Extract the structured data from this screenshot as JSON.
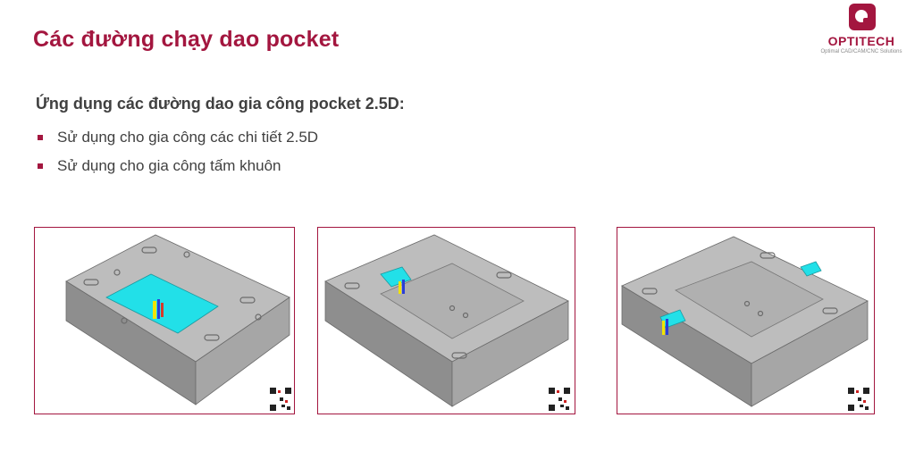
{
  "slide": {
    "title": "Các đường chạy dao pocket",
    "heading": "Ứng dụng các đường dao gia công pocket 2.5D:",
    "bullets": [
      "Sử dụng cho gia công các chi tiết 2.5D",
      "Sử dụng cho gia công tấm khuôn"
    ]
  },
  "logo": {
    "name": "OPTITECH",
    "tagline": "Optimal CAD/CAM/CNC Solutions"
  },
  "colors": {
    "brand": "#a3163f",
    "highlight": "#22e0e8",
    "part_top": "#bcbcbc",
    "part_side": "#8c8c8c"
  },
  "panels": [
    {
      "name": "pocket-full-panel",
      "highlight": "large-cyan-pocket"
    },
    {
      "name": "pocket-corner-panel",
      "highlight": "small-cyan-pocket"
    },
    {
      "name": "pocket-multi-panel",
      "highlight": "two-small-pockets"
    }
  ]
}
